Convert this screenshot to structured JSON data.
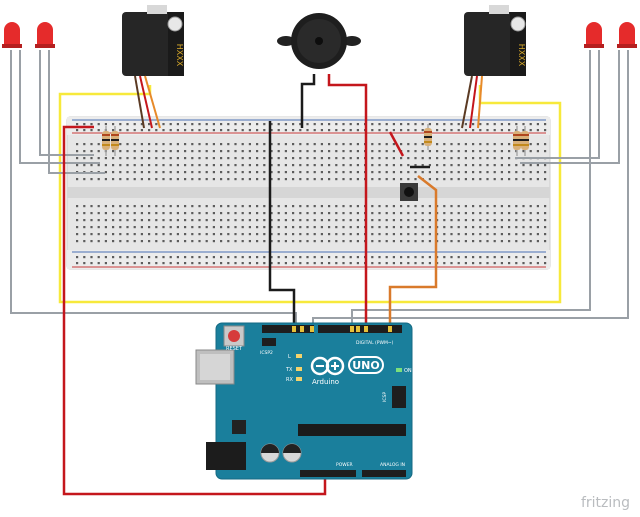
{
  "components": {
    "servo_left": {
      "label": "HXXX"
    },
    "servo_right": {
      "label": "HXXX"
    },
    "arduino": {
      "brand": "Arduino",
      "model": "UNO",
      "header_digital": "DIGITAL (PWM~)",
      "header_analog": "ANALOG IN",
      "header_power": "POWER",
      "label_icsp2": "ICSP2",
      "label_icsp": "ICSP",
      "label_reset": "RESET",
      "label_l": "L",
      "label_tx": "TX",
      "label_rx": "RX",
      "label_on": "ON"
    }
  },
  "colors": {
    "wire_yellow": "#f7e93b",
    "wire_grey": "#9aa0a6",
    "wire_red": "#c4161c",
    "wire_black": "#1b1b1b",
    "wire_orange": "#d97a2b",
    "board": "#1a7f9c",
    "breadboard": "#e9e9e9",
    "led": "#e52b2b"
  },
  "watermark": "fritzing"
}
